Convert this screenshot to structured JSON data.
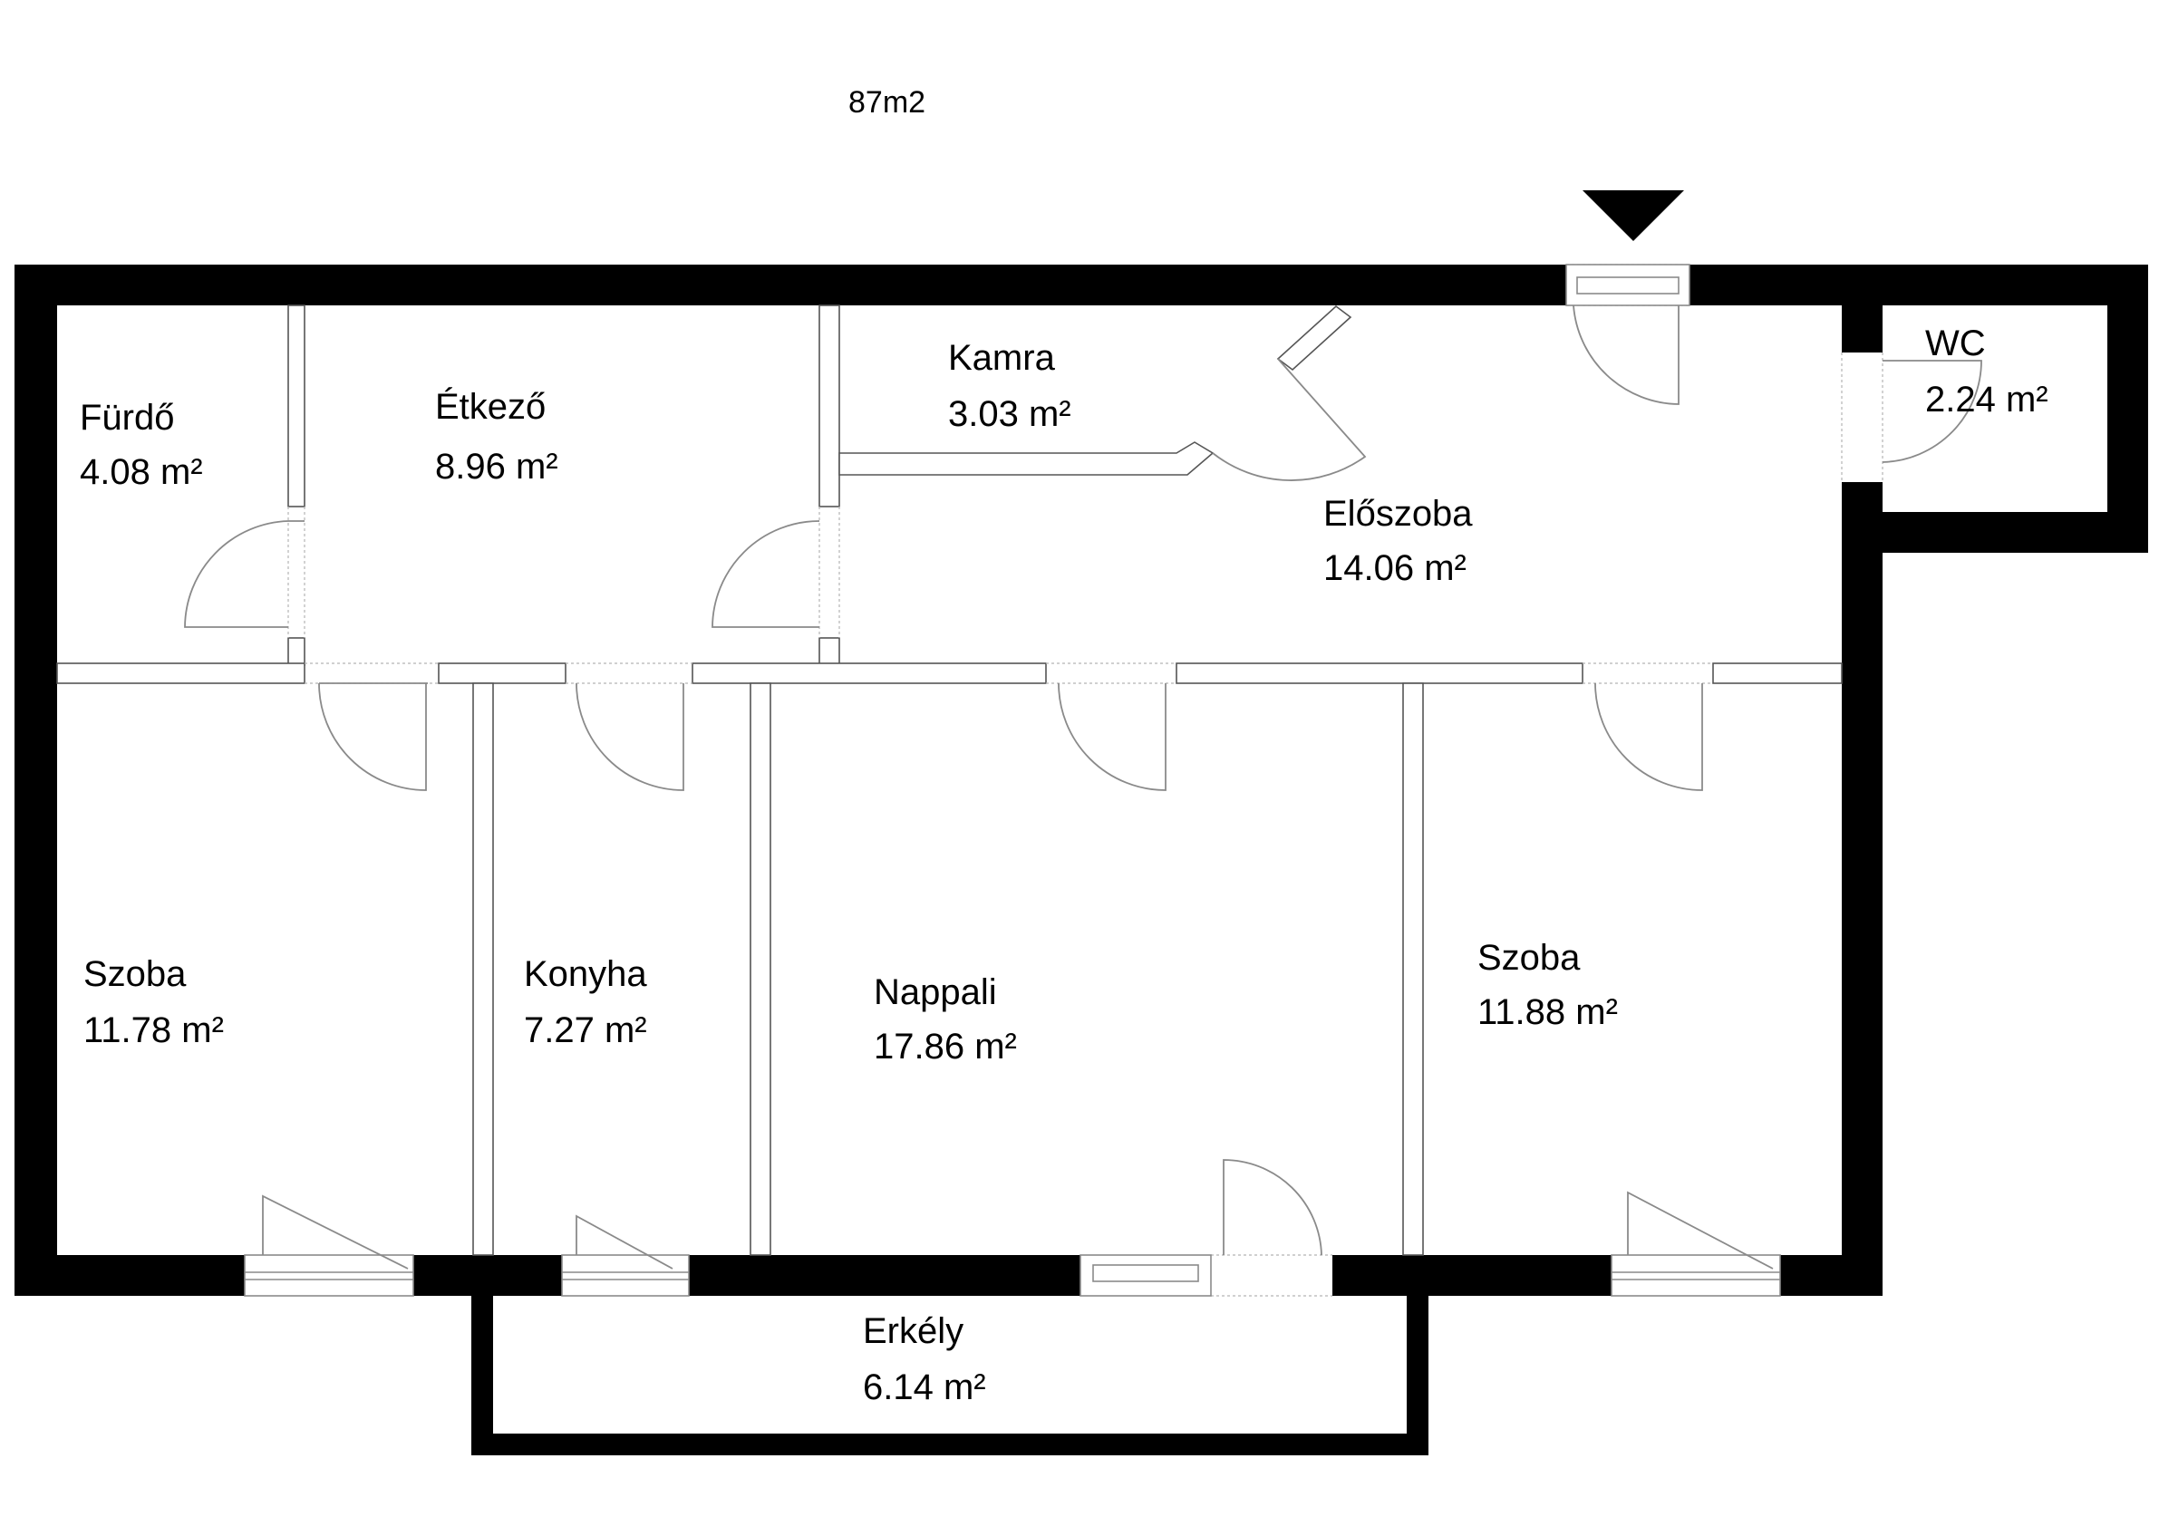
{
  "total_area": "87m2",
  "rooms": {
    "furdo": {
      "name": "Fürdő",
      "area": "4.08 m²"
    },
    "etkezo": {
      "name": "Étkező",
      "area": "8.96 m²"
    },
    "kamra": {
      "name": "Kamra",
      "area": "3.03 m²"
    },
    "eloszoba": {
      "name": "Előszoba",
      "area": "14.06 m²"
    },
    "wc": {
      "name": "WC",
      "area": "2.24 m²"
    },
    "szoba1": {
      "name": "Szoba",
      "area": "11.78 m²"
    },
    "konyha": {
      "name": "Konyha",
      "area": "7.27 m²"
    },
    "nappali": {
      "name": "Nappali",
      "area": "17.86 m²"
    },
    "szoba2": {
      "name": "Szoba",
      "area": "11.88 m²"
    },
    "erkely": {
      "name": "Erkély",
      "area": "6.14 m²"
    }
  },
  "colors": {
    "wall": "#000000",
    "hatch": "#555555",
    "door": "#8a8a8a"
  }
}
